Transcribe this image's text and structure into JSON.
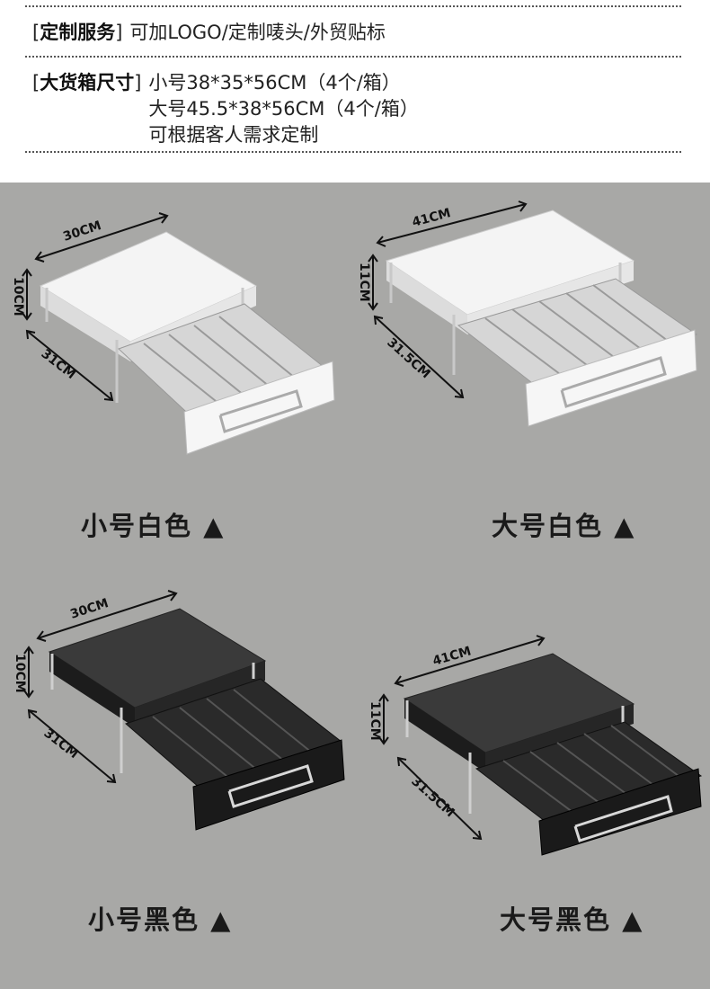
{
  "specs": {
    "service": {
      "label": "定制服务",
      "lines": [
        "可加LOGO/定制唛头/外贸贴标"
      ]
    },
    "carton": {
      "label": "大货箱尺寸",
      "lines": [
        "小号38*35*56CM（4个/箱）",
        "大号45.5*38*56CM（4个/箱）",
        "可根据客人需求定制"
      ]
    }
  },
  "products": [
    {
      "id": "small-white",
      "caption": "小号白色 ▲",
      "width_label": "30CM",
      "height_label": "10CM",
      "depth_label": "31CM",
      "color": "white"
    },
    {
      "id": "large-white",
      "caption": "大号白色 ▲",
      "width_label": "41CM",
      "height_label": "11CM",
      "depth_label": "31.5CM",
      "color": "white"
    },
    {
      "id": "small-black",
      "caption": "小号黑色 ▲",
      "width_label": "30CM",
      "height_label": "10CM",
      "depth_label": "31CM",
      "color": "black"
    },
    {
      "id": "large-black",
      "caption": "大号黑色 ▲",
      "width_label": "41CM",
      "height_label": "11CM",
      "depth_label": "31.5CM",
      "color": "black"
    }
  ]
}
